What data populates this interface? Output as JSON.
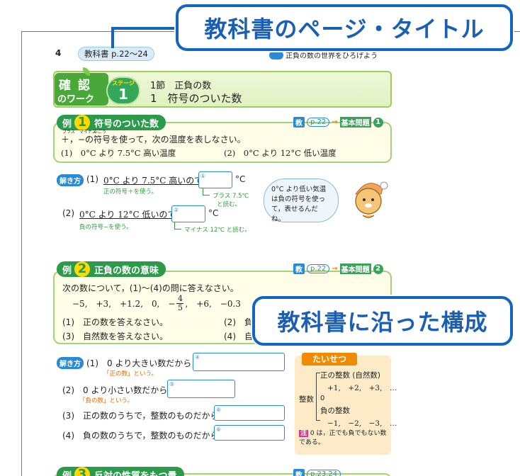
{
  "callouts": {
    "top": "教科書のページ・タイトル",
    "middle": "教科書に沿った構成"
  },
  "header": {
    "page_number": "4",
    "textbook_ref": "教科書 p.22〜24",
    "chapter_title": "正負の数の世界をひろげよう"
  },
  "banner": {
    "kakunin_line1": "確 認",
    "kakunin_line2": "のワーク",
    "stage_label": "ステージ",
    "stage_number": "1",
    "section": "1節　正負の数",
    "lesson": "1　符号のついた数"
  },
  "example1": {
    "badge": "例",
    "number": "1",
    "title": "符号のついた数",
    "ref_kyo": "教",
    "ref_page": "p.22",
    "ref_basic": "基本問題",
    "ref_num": "1",
    "ruby_plus": "プラス",
    "ruby_minus": "マイナス",
    "ruby_fugou": "ふごう",
    "question": "＋，−の符号を使って，次の温度を表しなさい。",
    "q1": "(1)　0°C より 7.5°C 高い温度",
    "q2": "(2)　0°C より 12°C 低い温度"
  },
  "solution1": {
    "label": "解き方",
    "l1_prefix": "(1)",
    "l1_text": "0°C より 7.5°C 高いので，",
    "l1_box": "①",
    "l1_unit": "°C",
    "l1_note": "正の符号＋を使う。",
    "l1_read": "プラス 7.5℃",
    "l1_read2": "と読む。",
    "l2_prefix": "(2)",
    "l2_text": "0°C より 12°C 低いので，",
    "l2_box": "②",
    "l2_unit": "°C",
    "l2_note": "負の符号−を使う。",
    "l2_read": "マイナス 12℃ と読む。",
    "bubble": "0°C より低い気温は負の符号を使って，表せるんだね。"
  },
  "example2": {
    "badge": "例",
    "number": "2",
    "title": "正負の数の意味",
    "ref_kyo": "教",
    "ref_page": "p.22",
    "ref_basic": "基本問題",
    "ref_num": "2",
    "question": "次の数について，(1)〜(4)の問に答えなさい。",
    "numbers_a": "−5,　+3,　+1.2,　0,　−",
    "frac_num": "4",
    "frac_den": "5",
    "numbers_b": ",　+6,　−0.3",
    "q1": "(1)　正の数を答えなさい。",
    "q2": "(2)　負",
    "q3": "(3)　自然数を答えなさい。",
    "q4": "(4)　自"
  },
  "solution2": {
    "label": "解き方",
    "l1": "(1)　0 より大きい数だから，",
    "l1_note": "「正の数」という。",
    "l1_box": "④",
    "l2": "(2)　0 より小さい数だから，",
    "l2_note": "「負の数」という。",
    "l2_box": "⑤",
    "l3": "(3)　正の数のうちで，整数のものだから，",
    "l3_box": "⑥",
    "l4": "(4)　負の数のうちで，整数のものだから，",
    "l4_box": "⑥"
  },
  "taisetsu": {
    "title": "たいせつ",
    "pos_title": "正の整数 (自然数)",
    "pos_values": "+1,　+2,　+3,　…",
    "label": "整数",
    "zero": "0",
    "neg_title": "負の整数",
    "neg_values": "−1,　−2,　−3,　…",
    "note_mark": "注",
    "note_text": "0 は，正でも負でもない数である。"
  },
  "example3": {
    "badge": "例",
    "number": "3",
    "title": "反対の性質をもつ量",
    "ref_kyo": "教",
    "ref_page": "p.23,24"
  },
  "colors": {
    "callout_border": "#1565c0",
    "green_label": "#2b9a4a",
    "answer_blue": "#2b8ad6",
    "orange": "#f08a00"
  }
}
